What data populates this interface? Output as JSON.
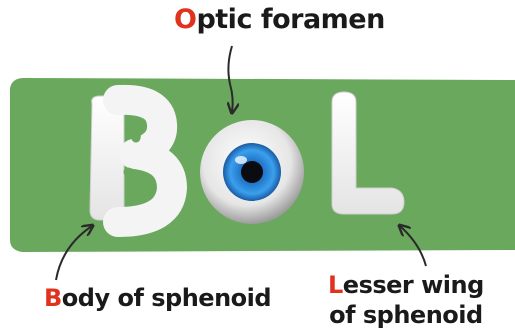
{
  "labels": {
    "optic_foramen": {
      "first": "O",
      "rest": "ptic foramen"
    },
    "body_of_sphenoid": {
      "first": "B",
      "rest": "ody of sphenoid"
    },
    "lesser_wing": {
      "first": "L",
      "rest": "esser wing",
      "line2": "of sphenoid"
    }
  },
  "letters": {
    "left": "B",
    "right": "L"
  },
  "colors": {
    "band": "#6aa85e",
    "accent_letter": "#e0321e",
    "text": "#1a1a1a",
    "iris": "#2a8fe0"
  },
  "icons": {
    "eye": "eyeball-icon"
  }
}
